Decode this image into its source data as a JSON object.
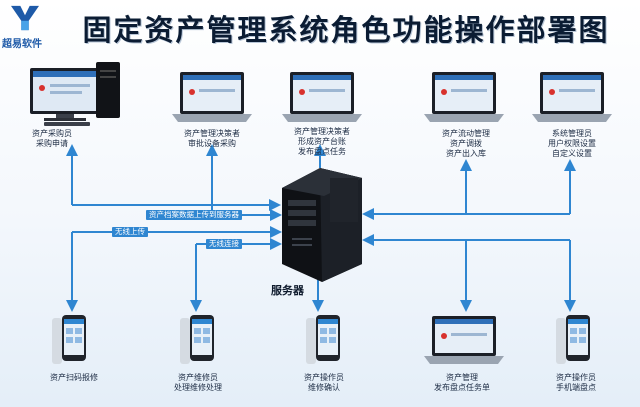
{
  "logo": {
    "brand": "超易软件"
  },
  "title": "固定资产管理系统角色功能操作部署图",
  "server": {
    "label": "服务器"
  },
  "links": {
    "upload": "资产档案数据上传到服务器",
    "wireless_up": "无线上传",
    "wireless_conn": "无线连接"
  },
  "top_roles": [
    {
      "line1": "资产采购员",
      "line2": "采购申请"
    },
    {
      "line1": "资产管理决策者",
      "line2": "审批设备采购"
    },
    {
      "line1": "资产管理决策者",
      "line2": "形成资产台账",
      "line3": "发布盘点任务"
    },
    {
      "line1": "资产流动管理",
      "line2": "资产调拨",
      "line3": "资产出入库"
    },
    {
      "line1": "系统管理员",
      "line2": "用户权限设置",
      "line3": "自定义设置"
    }
  ],
  "bottom_roles": [
    {
      "line1": "资产扫码报修"
    },
    {
      "line1": "资产维修员",
      "line2": "处理维修处理"
    },
    {
      "line1": "资产操作员",
      "line2": "维修确认"
    },
    {
      "line1": "资产管理",
      "line2": "发布盘点任务单"
    },
    {
      "line1": "资产操作员",
      "line2": "手机端盘点"
    }
  ],
  "colors": {
    "arrow": "#2f86d1",
    "title": "#0b1c33",
    "brand": "#1e5aa8"
  }
}
